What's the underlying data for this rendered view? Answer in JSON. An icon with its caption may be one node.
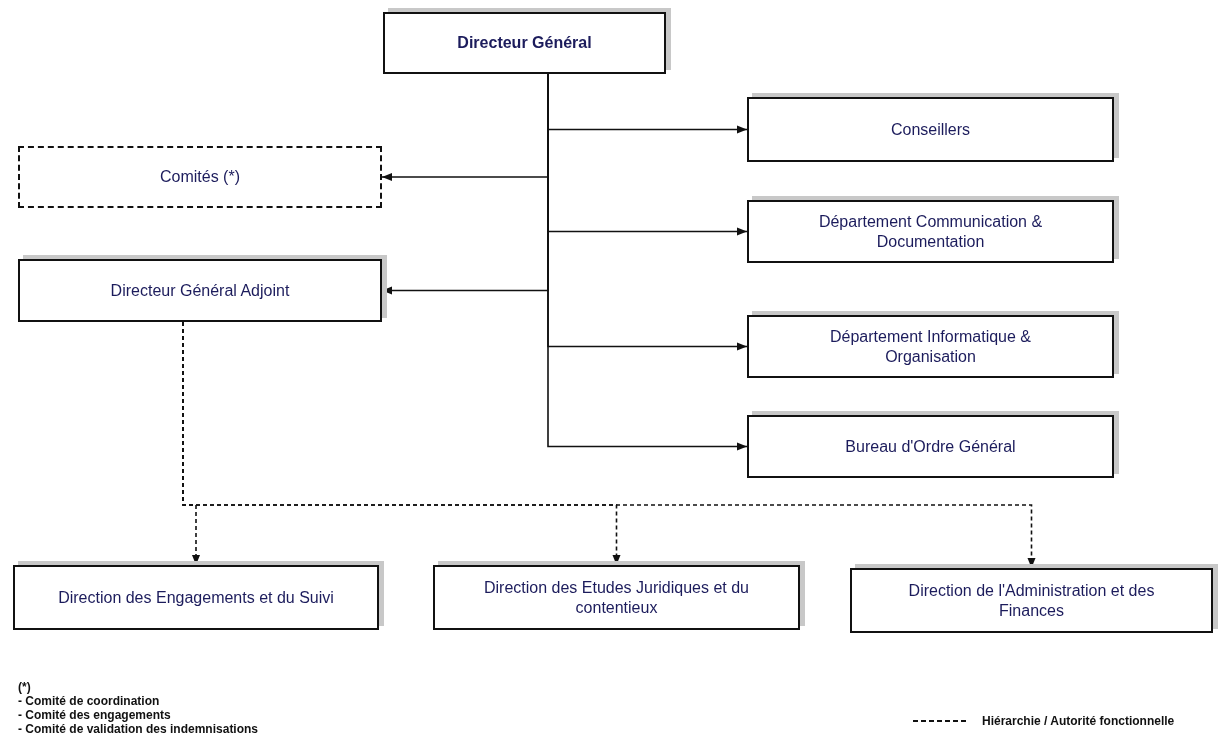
{
  "diagram": {
    "nodes": [
      {
        "text": [
          "Directeur Général"
        ]
      },
      {
        "text": [
          "Conseillers"
        ]
      },
      {
        "text": [
          "Comités (*)"
        ]
      },
      {
        "text": [
          "Département Communication & Documentation"
        ]
      },
      {
        "text": [
          "Directeur Général Adjoint"
        ]
      },
      {
        "text": [
          "Département Informatique & Organisation"
        ]
      },
      {
        "text": [
          "Bureau d'Ordre Général"
        ]
      },
      {
        "text": [
          "Direction des Engagements et du Suivi"
        ]
      },
      {
        "text": [
          "Direction des Etudes Juridiques et du contentieux"
        ]
      },
      {
        "text": [
          "Direction de l'Administration et des Finances"
        ]
      }
    ],
    "edges": [
      {
        "from": 0,
        "to": 1,
        "arrow": "to"
      },
      {
        "from": 0,
        "to": 2,
        "arrow": "to"
      },
      {
        "from": 0,
        "to": 3,
        "arrow": "to"
      },
      {
        "from": 0,
        "to": 4,
        "arrow": "to"
      },
      {
        "from": 0,
        "to": 5,
        "arrow": "to"
      },
      {
        "from": 0,
        "to": 6,
        "arrow": "to"
      },
      {
        "from": 4,
        "to": 7,
        "arrow": "to",
        "style": "dashed"
      },
      {
        "from": 4,
        "to": 8,
        "arrow": "to",
        "style": "dashed"
      },
      {
        "from": 4,
        "to": 9,
        "arrow": "to",
        "style": "dashed"
      }
    ],
    "labels": [
      "(*)",
      "- Comité de coordination",
      "- Comité des engagements",
      "- Comité de validation des indemnisations"
    ],
    "legend": [
      {
        "text": "Hiérarchie / Autorité fonctionnelle"
      }
    ]
  }
}
